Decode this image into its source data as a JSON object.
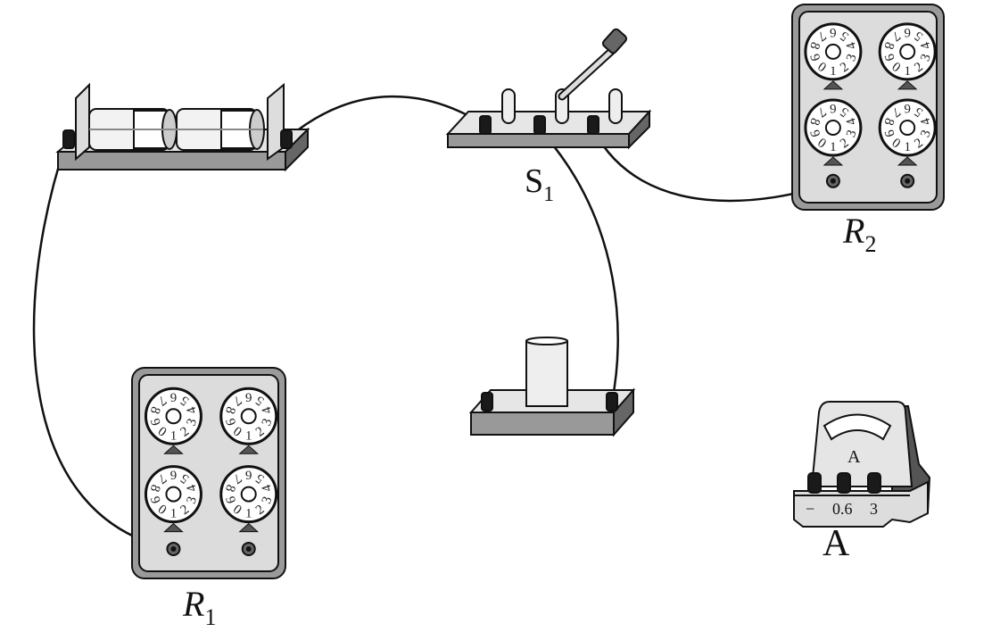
{
  "labels": {
    "switch": {
      "main": "S",
      "sub": "1"
    },
    "r1": {
      "main": "R",
      "sub": "1"
    },
    "r2": {
      "main": "R",
      "sub": "2"
    },
    "ammeter": "A"
  },
  "ammeter": {
    "dial_symbol": "A",
    "terminals": [
      "−",
      "0.6",
      "3"
    ]
  },
  "resistance_box_dial_digits": [
    "0",
    "1",
    "2",
    "3",
    "4",
    "5",
    "6",
    "7",
    "8",
    "9"
  ],
  "colors": {
    "stroke": "#111111",
    "panel": "#d9d9d9",
    "frame": "#9a9a9a",
    "terminal": "#1a1a1a"
  }
}
